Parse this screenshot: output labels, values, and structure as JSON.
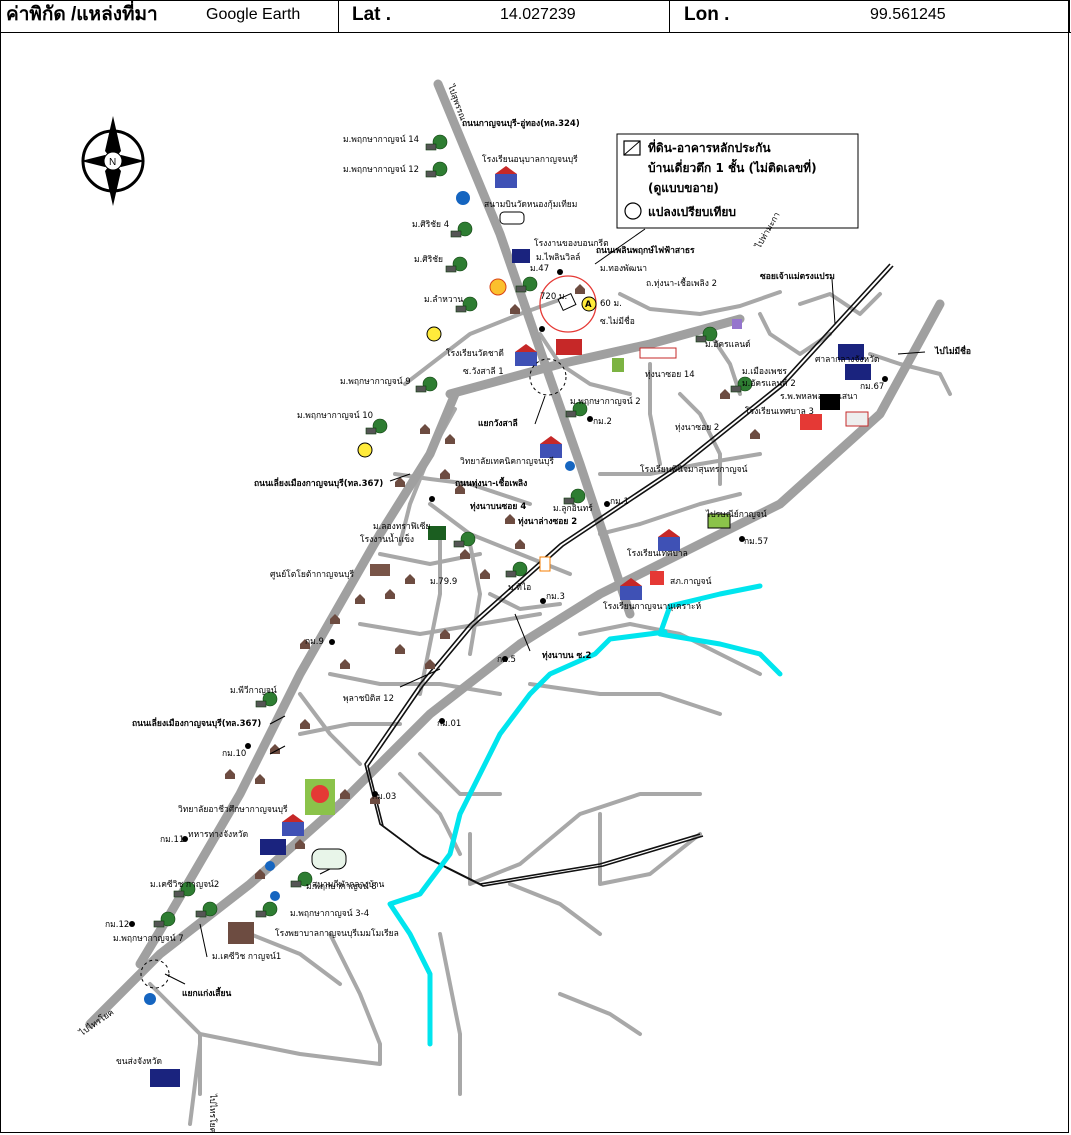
{
  "header": {
    "coord_label": "ค่าพิกัด /แหล่งที่มา",
    "source": "Google Earth",
    "lat_label": "Lat .",
    "lat_value": "14.027239",
    "lon_label": "Lon .",
    "lon_value": "99.561245"
  },
  "compass": {
    "letter": "N"
  },
  "legend": {
    "line1": "ที่ดิน-อาคารหลักประกัน",
    "line2": "บ้านเดี่ยวตึก 1 ชั้น (ไม่ติดเลขที่)",
    "line3": "(ดูแบบขอาย)",
    "line4": "แปลงเปรียบเทียบ"
  },
  "subject": {
    "price": "720 ม.",
    "mark": "A",
    "dist": "60 ม."
  },
  "labels": {
    "l01": "ไปสุพรรณ",
    "l02": "ถนนกาญจนบุรี-อู่ทอง(ทล.324)",
    "l03": "ม.พฤกษากาญจน์ 14",
    "l04": "ม.พฤกษากาญจน์ 12",
    "l05": "โรงเรียนอนุบาลกาญจนบุรี",
    "l06": "สนามบินวัดหนองกุ้มเทียม",
    "l07": "ม.ศิริชัย 4",
    "l08": "ม.ศิริชัย",
    "l09": "โรงงานของบอนกรีต",
    "l10": "ม.ไพลินวิลล์",
    "l11": "ถนนเพลินพฤกษ์ไฟฟ้าสาธร",
    "l12": "ม.ลำหวาน",
    "l13": "ม.ทองพัฒนา",
    "l14": "ถ.ทุ่งนา-เชื้อเพลิง 2",
    "l15": "ซอยเจ้าแม่ตรงแปรม",
    "l16": "ซ.ไม่มีชื่อ",
    "l17": "ไปท่ามะกา",
    "l18": "ม.อัครแลนด์",
    "l19": "ไปไม่มีชื่อ",
    "l20": "ศาลากลางจังหวัด",
    "l21": "โรงเรียนวัดชาดี",
    "l22": "ซ.วังสาลี 1",
    "l23": "ม.พฤกษากาญจน์ 9",
    "l24": "ม.พฤกษากาญจน์ 10",
    "l25": "แยกวังสาลี",
    "l26": "ม.พฤกษากาญจน์ 2",
    "l27": "กม.2",
    "l28": "ทุ่งนาซอย 14",
    "l29": "ม.เมืองเพชร",
    "l30": "ม.อัครแลนด์ 2",
    "l31": "ร.พ.พหลพลพยุหเสนา",
    "l32": "ทุ่งนาซอย 2",
    "l33": "โรงเรียนเทศบาล 3",
    "l34": "วิทยาลัยเทคนิคกาญจนบุรี",
    "l35": "ถนนทุ่งนา-เชื้อเพลิง",
    "l36": "ถนนเลี่ยงเมืองกาญจนบุรี(ทล.367)",
    "l37": "โรงเรียนพินิจมาสุนทรกาญจน์",
    "l38": "ทุ่งนาบนซอย 4",
    "l39": "ทุ่งนาล่างซอย 2",
    "l40": "ม.ลูกอินทร์",
    "l41": "กม.1",
    "l42": "ม.ลองทราฟิเซีย",
    "l43": "โรงงานน้ำแข็ง",
    "l44": "ไปรษณีย์กาญจน์",
    "l45": "กม.57",
    "l46": "โรงเรียนเทศบาล",
    "l47": "สภ.กาญจน์",
    "l48": "ศูนย์โตโยต้ากาญจนบุรี",
    "l49": "ม.79.9",
    "l50": "ม.ทีไอ",
    "l51": "กม.3",
    "l52": "โรงเรียนกาญจนานุเคราะห์",
    "l53": "กม.9",
    "l54": "ทุ่งนาบน ซ.2",
    "l55": "กม.5",
    "l56": "ม.พีวีกาญจน์",
    "l57": "พุลาชบิติส 12",
    "l58": "กม.01",
    "l59": "กม.10",
    "l60": "กม.03",
    "l61": "วิทยาลัยอาชีวศึกษากาญจนบุรี",
    "l62": "ทหารทางจังหวัด",
    "l63": "กม.11",
    "l64": "สนามกีฬากลางบ้าน",
    "l65": "ม.เคซีวิช กาญจน์2",
    "l66": "ม.พฤกษากาญจน์ 8",
    "l67": "ม.พฤกษากาญจน์ 3-4",
    "l68": "กม.12",
    "l69": "ม.พฤกษากาญจน์ 7",
    "l70": "โรงพยาบาลกาญจนบุรีเมมโมเรียล",
    "l71": "ม.เคซีวิช กาญจน์1",
    "l72": "แยกแก่งเสี้ยน",
    "l73": "ไปไทรโยค",
    "l74": "ขนส่งจังหวัด",
    "l75": "ไปไทรโยค",
    "l76": "ม.47",
    "l77": "กม.67"
  },
  "colors": {
    "road": "#a0a0a0",
    "river": "#00e5ee",
    "rail": "#111111",
    "tree": "#2e7d32",
    "dot": "#000000"
  }
}
